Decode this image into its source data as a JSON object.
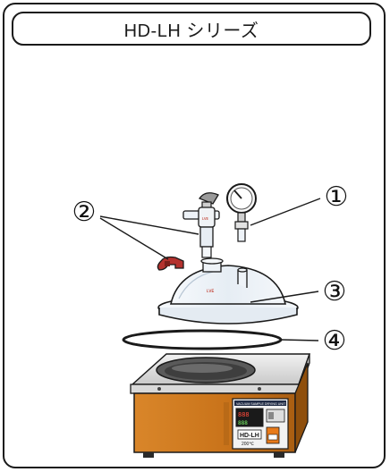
{
  "title": "HD-LH シリーズ",
  "callouts": {
    "c1": "①",
    "c2": "②",
    "c3": "③",
    "c4": "④"
  },
  "controller_label": "HD-LH",
  "controller_sublabel": "200℃",
  "unit_panel_text": "VACUUM SAMPLE DRYING UNIT",
  "colors": {
    "orange_body": "#cc7a1e",
    "orange_dark": "#8f4f0c",
    "steel": "#dcdcdc",
    "glass": "#eef3f8",
    "clamp_red": "#b4322e",
    "outline": "#1a1a1a"
  }
}
